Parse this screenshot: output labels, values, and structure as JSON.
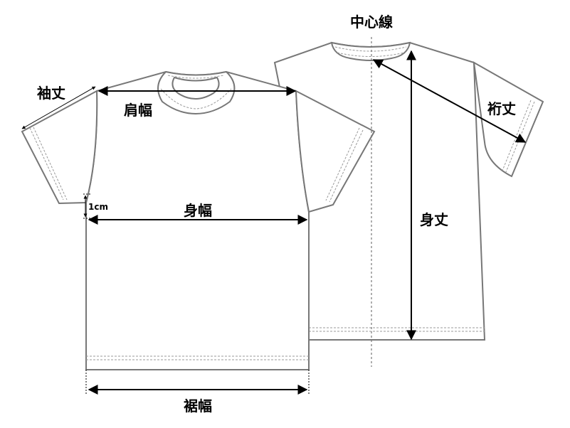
{
  "labels": {
    "center_line": "中心線",
    "sleeve_length": "袖丈",
    "shoulder_width": "肩幅",
    "yuki": "裄丈",
    "body_width": "身幅",
    "one_cm": "1cm",
    "body_length": "身丈",
    "hem_width": "裾幅"
  },
  "colors": {
    "outline": "#777777",
    "stitch": "#999999",
    "arrow": "#000000"
  }
}
